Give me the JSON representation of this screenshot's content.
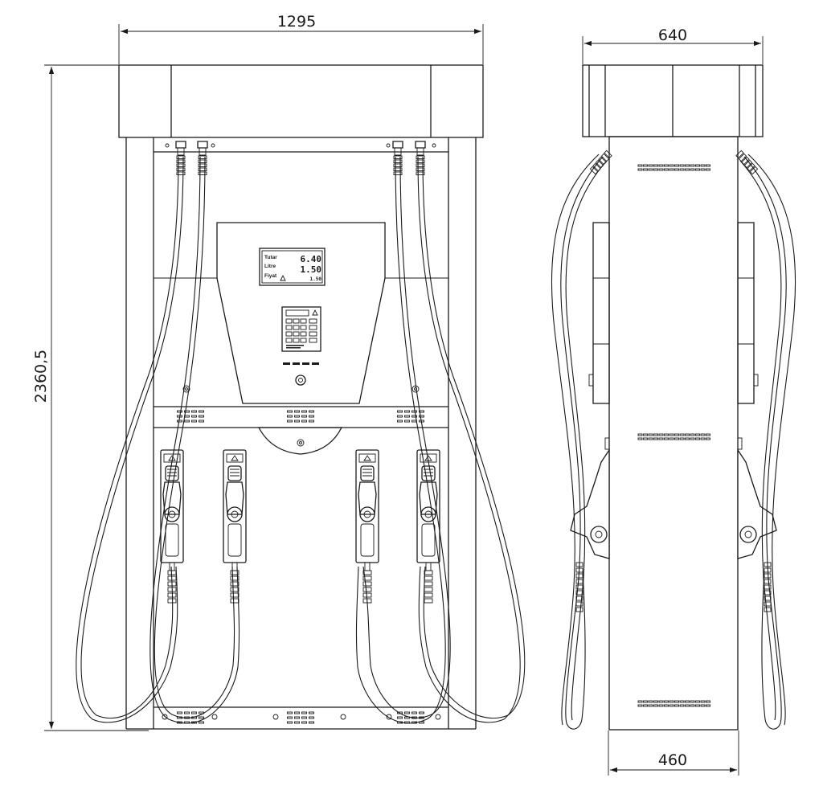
{
  "dimensions": {
    "front_width": "1295",
    "front_height": "2360,5",
    "side_top_width": "640",
    "side_base_width": "460"
  },
  "display": {
    "labels": [
      "Tutar",
      "Litre",
      "Fiyat"
    ],
    "values": [
      "6.40",
      "1.50"
    ],
    "price": "1.50"
  },
  "colors": {
    "line": "#1a1a1a",
    "background": "#ffffff"
  }
}
